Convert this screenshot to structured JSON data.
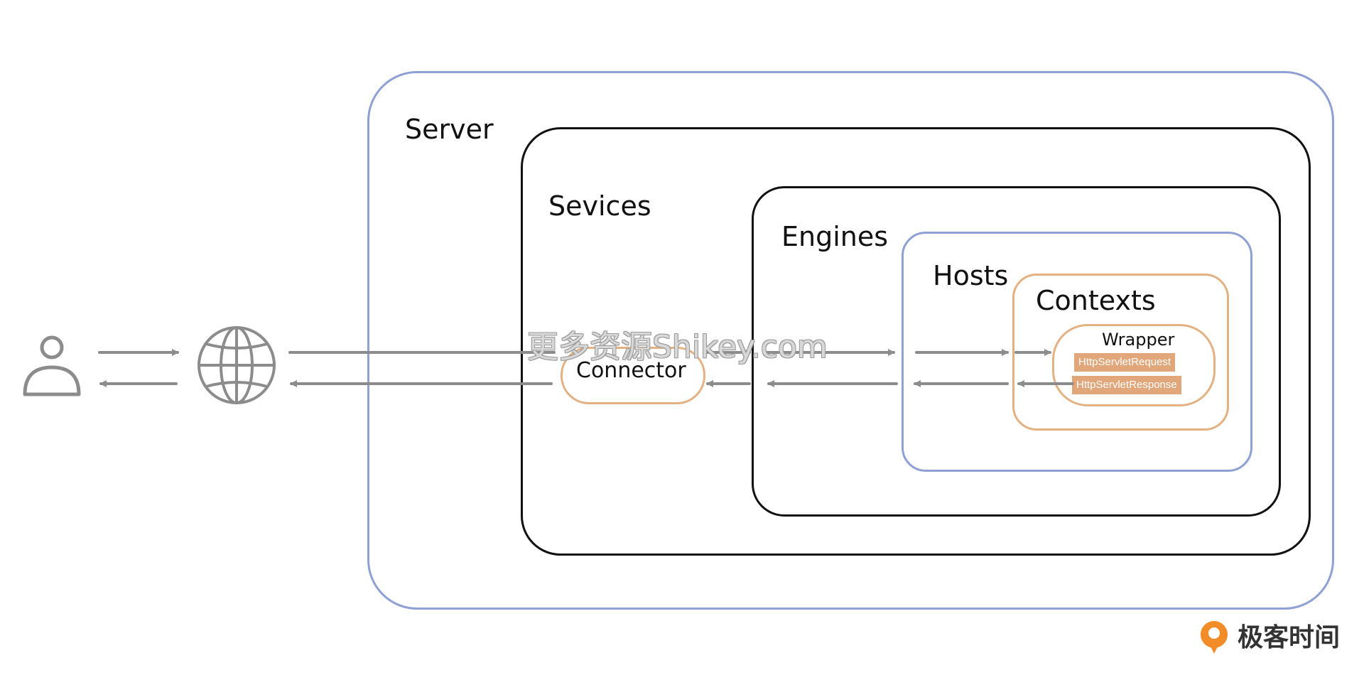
{
  "nodes": {
    "server": "Server",
    "services": "Sevices",
    "engines": "Engines",
    "hosts": "Hosts",
    "contexts": "Contexts",
    "wrapper": "Wrapper",
    "connector": "Connector",
    "http_request": "HttpServletRequest",
    "http_response": "HttpServletResponse"
  },
  "icons": {
    "user": "user-icon",
    "globe": "globe-icon",
    "brand_logo": "geektime-logo-icon"
  },
  "watermark": "更多资源Shikey.com",
  "brand": "极客时间",
  "colors": {
    "blue_border": "#8ea0d4",
    "black_border": "#111111",
    "orange_border": "#e3b182",
    "tag_fill": "#e1a67a",
    "arrow": "#8c8c8c",
    "brand_orange": "#f28c28"
  }
}
